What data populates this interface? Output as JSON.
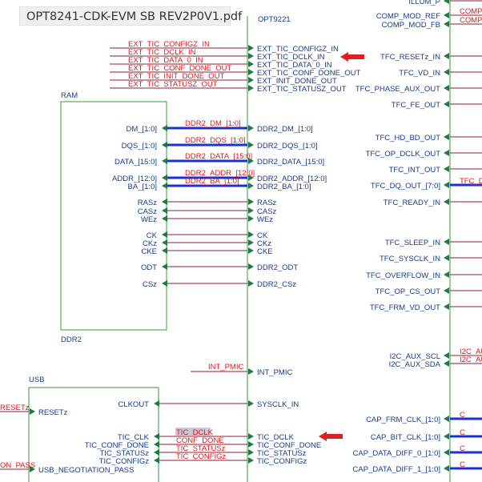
{
  "tab": {
    "filename": "OPT8241-CDK-EVM SB REV2P0V1.pdf"
  },
  "colors": {
    "wire_blue": "#1a3a8a",
    "net_red": "#e01818",
    "bus_blue": "#1f2fd6",
    "wire_maroon": "#8b1c3a",
    "pin_green": "#1f7a45",
    "border_green": "#3a9a3a",
    "arrow_red": "#e02020"
  },
  "blocks": {
    "opt9221": {
      "title": "OPT9221"
    },
    "ram": {
      "title": "RAM",
      "footer": "DDR2"
    },
    "usb": {
      "title": "USB"
    }
  },
  "top_nets": [
    {
      "net": "EXT_TIC_CONFIGZ_IN",
      "pin": "EXT_TIC_CONFIGZ_IN"
    },
    {
      "net": "EXT_TIC_DCLK_IN",
      "pin": "EXT_TIC_DCLK_IN"
    },
    {
      "net": "EXT_TIC_DATA_0_IN",
      "pin": "EXT_TIC_DATA_0_IN"
    },
    {
      "net": "EXT_TIC_CONF_DONE_OUT",
      "pin": "EXT_TIC_CONF_DONE_OUT"
    },
    {
      "net": "EXT_TIC_INIT_DONE_OUT",
      "pin": "EXT_INIT_DONE_OUT"
    },
    {
      "net": "EXT_TIC_STATUSZ_OUT",
      "pin": "EXT_TIC_STATUSZ_OUT"
    }
  ],
  "ram_pins": [
    {
      "left": "DM_[1:0]",
      "net": "DDR2_DM_[1:0]",
      "right": "DDR2_DM_[1:0]",
      "bus": true
    },
    {
      "left": "DQS_[1:0]",
      "net": "DDR2_DQS_[1:0]",
      "right": "DDR2_DQS_[1:0]",
      "bus": true
    },
    {
      "left": "DATA_[15:0]",
      "net": "DDR2_DATA_[15:0]",
      "right": "DDR2_DATA_[15:0]",
      "bus": true
    },
    {
      "left": "ADDR_[12:0]",
      "net": "DDR2_ADDR_[12:0]",
      "right": "DDR2_ADDR_[12:0]",
      "bus": true
    },
    {
      "left": "BA_[1:0]",
      "net": "DDR2_BA_[1:0]",
      "right": "DDR2_BA_[1:0]",
      "bus": true
    },
    {
      "left": "RASz",
      "net": "",
      "right": "RASz",
      "bus": false
    },
    {
      "left": "CASz",
      "net": "",
      "right": "CASz",
      "bus": false
    },
    {
      "left": "WEz",
      "net": "",
      "right": "WEz",
      "bus": false
    },
    {
      "left": "CK",
      "net": "",
      "right": "CK",
      "bus": false
    },
    {
      "left": "CKz",
      "net": "",
      "right": "CKz",
      "bus": false
    },
    {
      "left": "CKE",
      "net": "",
      "right": "CKE",
      "bus": false
    },
    {
      "left": "ODT",
      "net": "",
      "right": "DDR2_ODT",
      "bus": false
    },
    {
      "left": "CSz",
      "net": "",
      "right": "DDR2_CSz",
      "bus": false
    }
  ],
  "int_pmic": {
    "net": "INT_PMIC",
    "pin": "INT_PMIC"
  },
  "usb_pins": [
    {
      "left": "CLKOUT",
      "net": "",
      "right": "SYSCLK_IN"
    },
    {
      "left": "TIC_CLK",
      "net": "TIC_DCLK",
      "right": "TIC_DCLK"
    },
    {
      "left": "TIC_CONF_DONE",
      "net": "CONF_DONE",
      "right": "TIC_CONF_DONE"
    },
    {
      "left": "TIC_STATUSz",
      "net": "TIC_STATUSz",
      "right": "TIC_STATUSz"
    },
    {
      "left": "TIC_CONFIGz",
      "net": "TIC_CONFIGz",
      "right": "TIC_CONFIGz"
    }
  ],
  "usb_left_pins": [
    {
      "pin": "RESETz",
      "net": "RESETz"
    },
    {
      "pin": "USB_NEGOTIATION_PASS",
      "net": "ON_PASS"
    }
  ],
  "right_pins": [
    {
      "pin": "ILLUM_P",
      "net": ""
    },
    {
      "pin": "COMP_MOD_REF",
      "net": "COMP_"
    },
    {
      "pin": "COMP_MOD_FB",
      "net": "COMP_"
    },
    {
      "pin": "TFC_RESETz_IN",
      "net": ""
    },
    {
      "pin": "TFC_VD_IN",
      "net": ""
    },
    {
      "pin": "TFC_PHASE_AUX_OUT",
      "net": ""
    },
    {
      "pin": "TFC_FE_OUT",
      "net": ""
    },
    {
      "pin": "TFC_HD_BD_OUT",
      "net": ""
    },
    {
      "pin": "TFC_OP_DCLK_OUT",
      "net": ""
    },
    {
      "pin": "TFC_INT_OUT",
      "net": ""
    },
    {
      "pin": "TFC_DQ_OUT_[7:0]",
      "net": "TFC_D"
    },
    {
      "pin": "TFC_READY_IN",
      "net": ""
    },
    {
      "pin": "TFC_SLEEP_IN",
      "net": ""
    },
    {
      "pin": "TFC_SYSCLK_IN",
      "net": ""
    },
    {
      "pin": "TFC_OVERFLOW_IN",
      "net": ""
    },
    {
      "pin": "TFC_OP_CS_OUT",
      "net": ""
    },
    {
      "pin": "TFC_FRM_VD_OUT",
      "net": ""
    },
    {
      "pin": "I2C_AUX_SCL",
      "net": "I2C_AU"
    },
    {
      "pin": "I2C_AUX_SDA",
      "net": "I2C_AU"
    },
    {
      "pin": "CAP_FRM_CLK_[1:0]",
      "net": "C"
    },
    {
      "pin": "CAP_BIT_CLK_[1:0]",
      "net": "C"
    },
    {
      "pin": "CAP_DATA_DIFF_0_[1:0]",
      "net": "C"
    },
    {
      "pin": "CAP_DATA_DIFF_1_[1:0]",
      "net": "C"
    }
  ]
}
